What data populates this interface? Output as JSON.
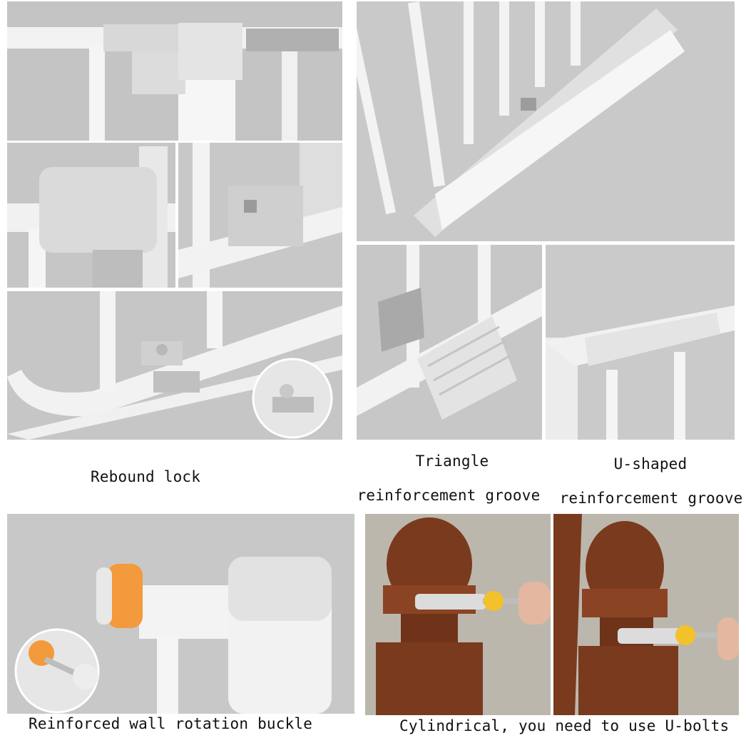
{
  "captions": {
    "rebound_lock": "Rebound lock",
    "triangle_line1": "Triangle",
    "triangle_line2": "reinforcement groove",
    "ushaped_line1": "U-shaped",
    "ushaped_line2": "reinforcement groove",
    "wall_buckle": "Reinforced wall rotation buckle",
    "cylindrical": "Cylindrical, you need to use U-bolts"
  },
  "colors": {
    "background": "#ffffff",
    "photo_gray": "#c9c9c9",
    "gate_white": "#f4f4f4",
    "knob_orange": "#f39a3c",
    "wood_brown": "#7a3a1e"
  }
}
